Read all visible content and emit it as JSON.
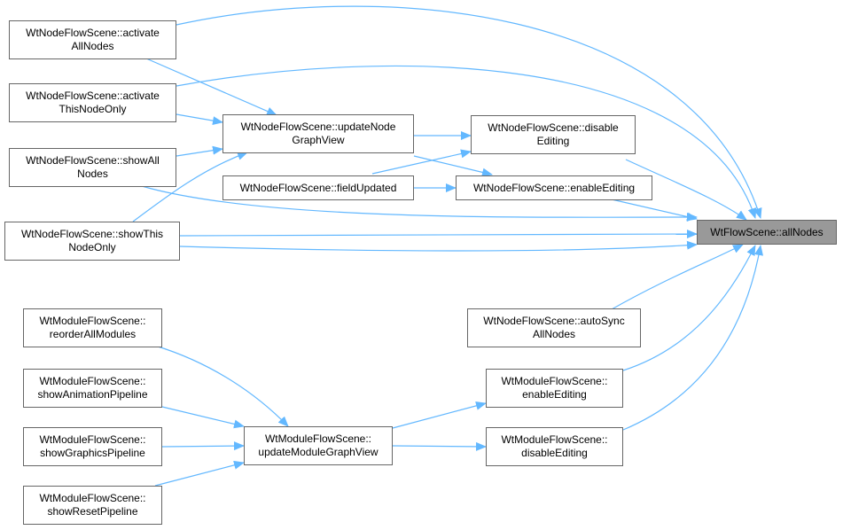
{
  "diagram": {
    "colors": {
      "edge": "#63b8ff",
      "node_border": "#666666",
      "root_fill": "#999999"
    },
    "nodes": {
      "allNodes": [
        "WtFlowScene::allNodes"
      ],
      "activateAllNodes": [
        "WtNodeFlowScene::activate",
        "AllNodes"
      ],
      "activateThisNodeOnly": [
        "WtNodeFlowScene::activate",
        "ThisNodeOnly"
      ],
      "showAllNodes": [
        "WtNodeFlowScene::showAll",
        "Nodes"
      ],
      "showThisNodeOnly": [
        "WtNodeFlowScene::showThis",
        "NodeOnly"
      ],
      "updateNodeGraphView": [
        "WtNodeFlowScene::updateNode",
        "GraphView"
      ],
      "fieldUpdated": [
        "WtNodeFlowScene::fieldUpdated"
      ],
      "nodeDisableEditing": [
        "WtNodeFlowScene::disable",
        "Editing"
      ],
      "nodeEnableEditing": [
        "WtNodeFlowScene::enableEditing"
      ],
      "autoSyncAllNodes": [
        "WtNodeFlowScene::autoSync",
        "AllNodes"
      ],
      "reorderAllModules": [
        "WtModuleFlowScene::",
        "reorderAllModules"
      ],
      "showAnimationPipeline": [
        "WtModuleFlowScene::",
        "showAnimationPipeline"
      ],
      "showGraphicsPipeline": [
        "WtModuleFlowScene::",
        "showGraphicsPipeline"
      ],
      "showResetPipeline": [
        "WtModuleFlowScene::",
        "showResetPipeline"
      ],
      "updateModuleGraphView": [
        "WtModuleFlowScene::",
        "updateModuleGraphView"
      ],
      "moduleEnableEditing": [
        "WtModuleFlowScene::",
        "enableEditing"
      ],
      "moduleDisableEditing": [
        "WtModuleFlowScene::",
        "disableEditing"
      ]
    }
  }
}
